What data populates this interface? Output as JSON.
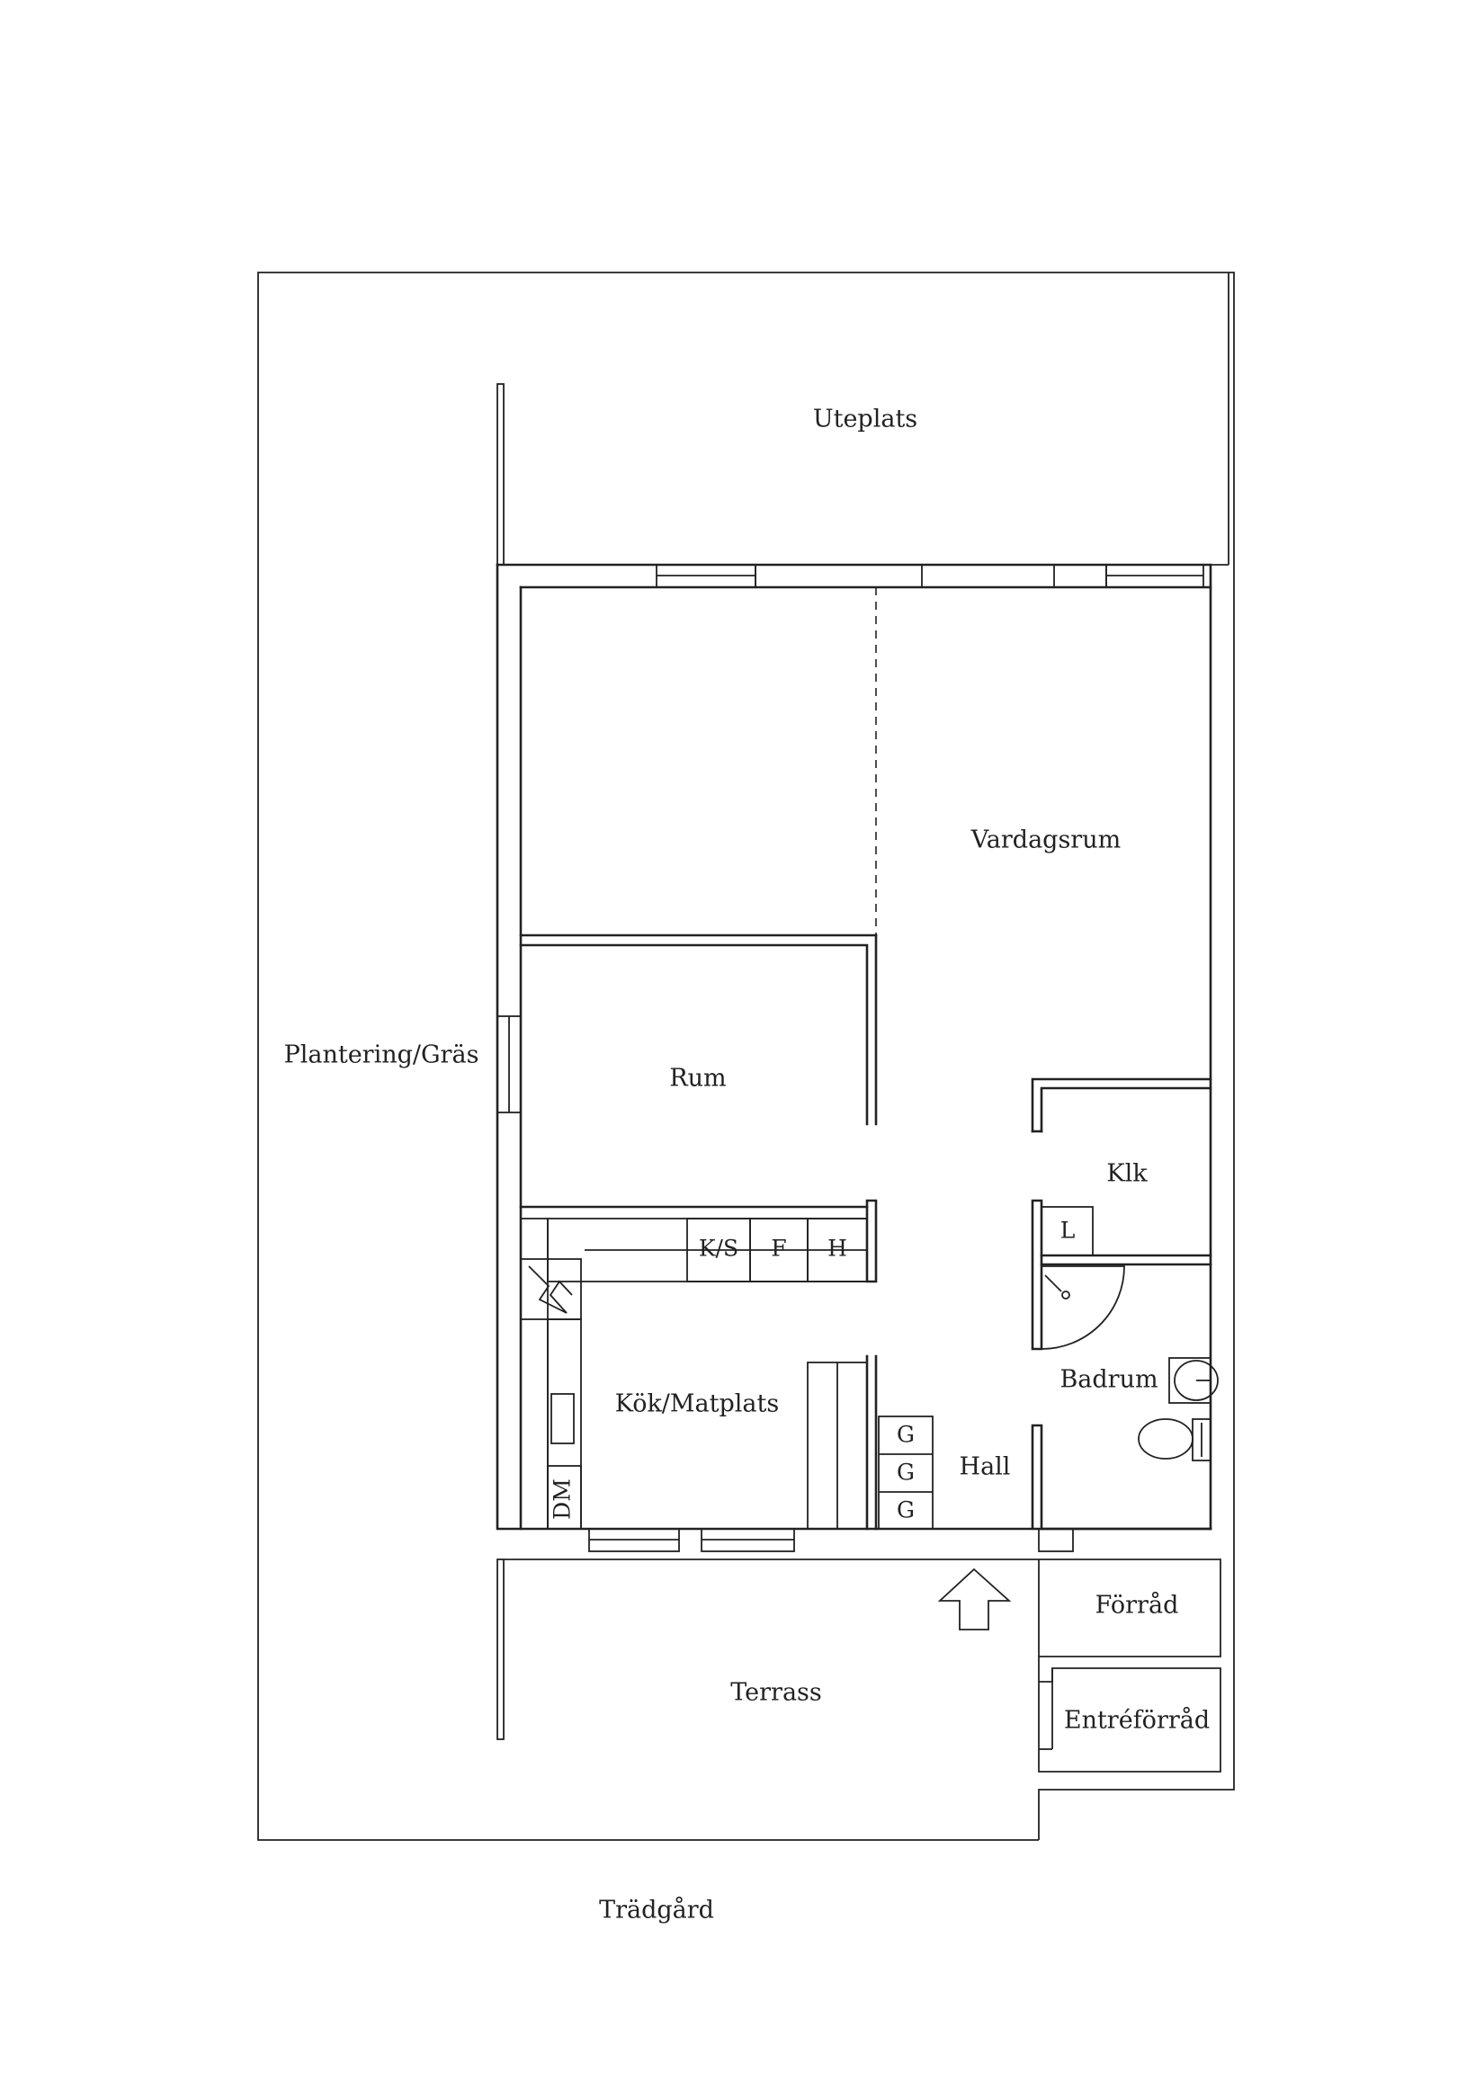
{
  "colors": {
    "line": "#222222",
    "background": "#ffffff"
  },
  "labels": {
    "uteplats": "Uteplats",
    "vardagsrum": "Vardagsrum",
    "plantering": "Plantering/Gräs",
    "rum": "Rum",
    "klk": "Klk",
    "badrum": "Badrum",
    "kok": "Kök/Matplats",
    "hall": "Hall",
    "forrad": "Förråd",
    "terrass": "Terrass",
    "entreforrad": "Entréförråd",
    "tradgard": "Trädgård"
  },
  "fixtures": {
    "ks": "K/S",
    "f": "F",
    "h": "H",
    "l": "L",
    "dm": "DM",
    "g1": "G",
    "g2": "G",
    "g3": "G"
  },
  "icons": {
    "entrance": "entrance-arrow-icon",
    "shower": "shower-icon",
    "sink": "sink-icon",
    "toilet": "toilet-icon",
    "stove": "stove-icon"
  }
}
